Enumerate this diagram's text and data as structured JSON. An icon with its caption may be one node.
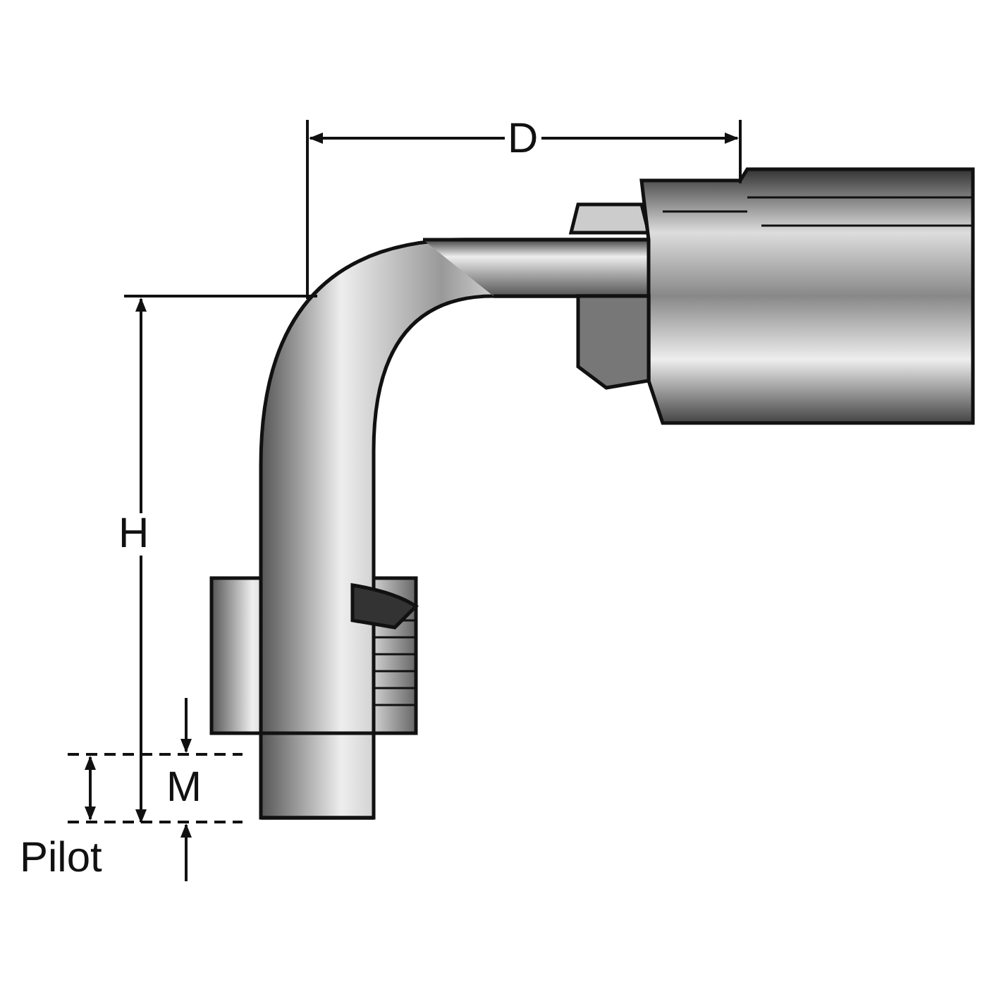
{
  "diagram": {
    "labels": [
      "D",
      "H",
      "M",
      "Pilot"
    ]
  }
}
